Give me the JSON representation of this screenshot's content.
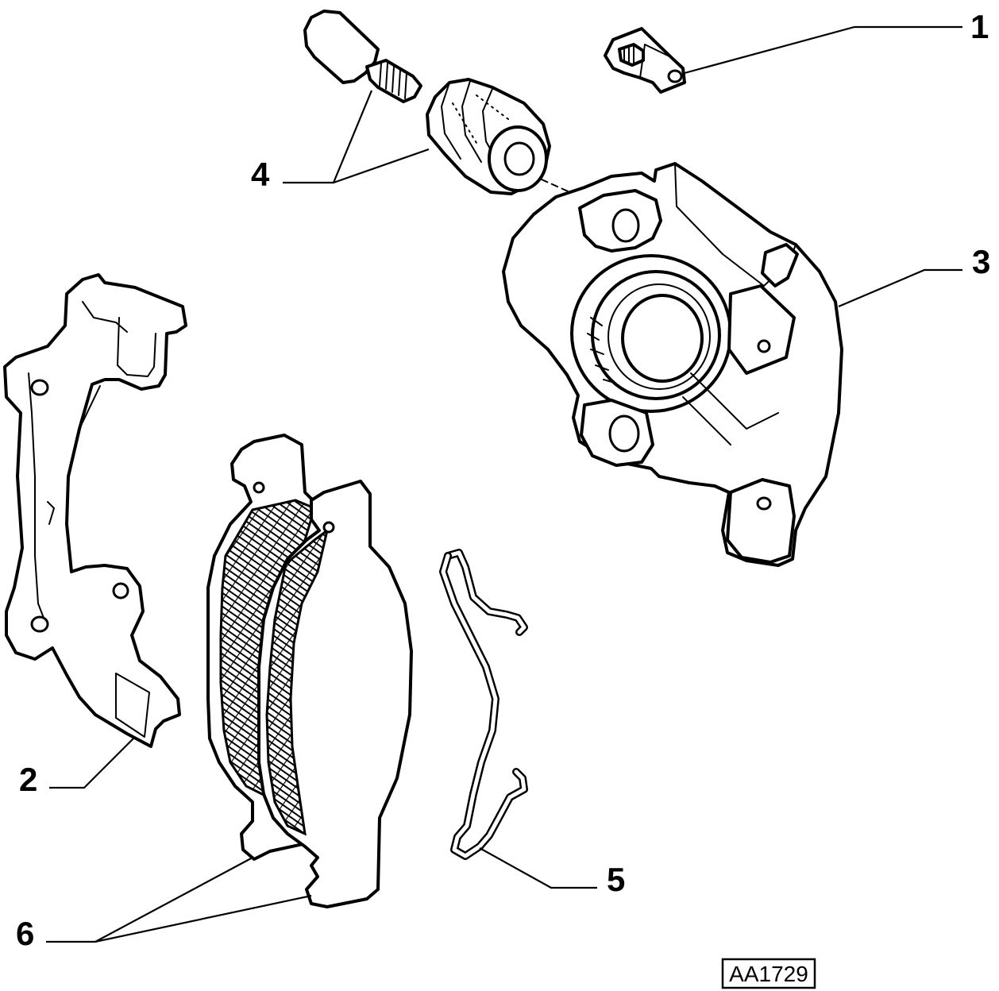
{
  "callouts": [
    {
      "id": "1",
      "label": "1"
    },
    {
      "id": "2",
      "label": "2"
    },
    {
      "id": "3",
      "label": "3"
    },
    {
      "id": "4",
      "label": "4"
    },
    {
      "id": "5",
      "label": "5"
    },
    {
      "id": "6",
      "label": "6"
    }
  ],
  "reference_code": "AA1729"
}
